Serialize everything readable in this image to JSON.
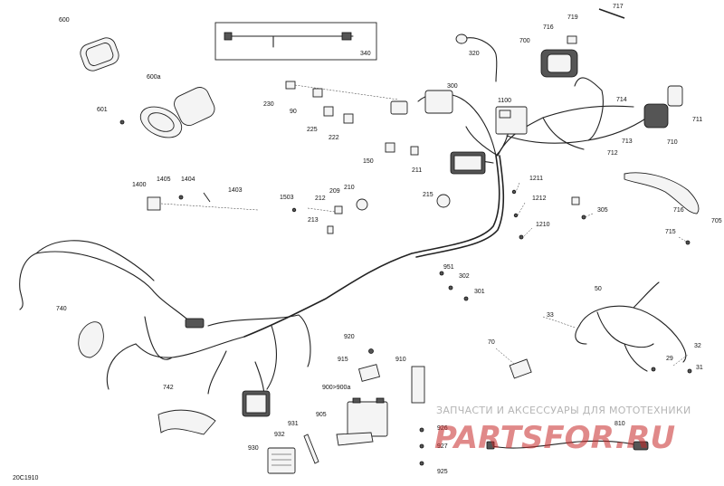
{
  "labels": [
    {
      "id": "600",
      "text": "600"
    },
    {
      "id": "600a",
      "text": "600a"
    },
    {
      "id": "601",
      "text": "601"
    },
    {
      "id": "340",
      "text": "340"
    },
    {
      "id": "230",
      "text": "230"
    },
    {
      "id": "90",
      "text": "90"
    },
    {
      "id": "225",
      "text": "225"
    },
    {
      "id": "222",
      "text": "222"
    },
    {
      "id": "300",
      "text": "300"
    },
    {
      "id": "320",
      "text": "320"
    },
    {
      "id": "1100",
      "text": "1100"
    },
    {
      "id": "150",
      "text": "150"
    },
    {
      "id": "211",
      "text": "211"
    },
    {
      "id": "716a",
      "text": "716"
    },
    {
      "id": "717",
      "text": "717"
    },
    {
      "id": "719",
      "text": "719"
    },
    {
      "id": "700",
      "text": "700"
    },
    {
      "id": "714",
      "text": "714"
    },
    {
      "id": "711",
      "text": "711"
    },
    {
      "id": "713",
      "text": "713"
    },
    {
      "id": "710",
      "text": "710"
    },
    {
      "id": "712",
      "text": "712"
    },
    {
      "id": "1211",
      "text": "1211"
    },
    {
      "id": "1212",
      "text": "1212"
    },
    {
      "id": "1210",
      "text": "1210"
    },
    {
      "id": "305",
      "text": "305"
    },
    {
      "id": "716b",
      "text": "716"
    },
    {
      "id": "705",
      "text": "705"
    },
    {
      "id": "715",
      "text": "715"
    },
    {
      "id": "1400",
      "text": "1400"
    },
    {
      "id": "1405",
      "text": "1405"
    },
    {
      "id": "1404",
      "text": "1404"
    },
    {
      "id": "1403",
      "text": "1403"
    },
    {
      "id": "1503",
      "text": "1503"
    },
    {
      "id": "212",
      "text": "212"
    },
    {
      "id": "209",
      "text": "209"
    },
    {
      "id": "210",
      "text": "210"
    },
    {
      "id": "213",
      "text": "213"
    },
    {
      "id": "215",
      "text": "215"
    },
    {
      "id": "951",
      "text": "951"
    },
    {
      "id": "302",
      "text": "302"
    },
    {
      "id": "301",
      "text": "301"
    },
    {
      "id": "50",
      "text": "50"
    },
    {
      "id": "33",
      "text": "33"
    },
    {
      "id": "740",
      "text": "740"
    },
    {
      "id": "70",
      "text": "70"
    },
    {
      "id": "920",
      "text": "920"
    },
    {
      "id": "915",
      "text": "915"
    },
    {
      "id": "910",
      "text": "910"
    },
    {
      "id": "900",
      "text": "900>900a"
    },
    {
      "id": "905",
      "text": "905"
    },
    {
      "id": "32",
      "text": "32"
    },
    {
      "id": "29",
      "text": "29"
    },
    {
      "id": "31",
      "text": "31"
    },
    {
      "id": "742",
      "text": "742"
    },
    {
      "id": "931",
      "text": "931"
    },
    {
      "id": "932",
      "text": "932"
    },
    {
      "id": "930",
      "text": "930"
    },
    {
      "id": "926",
      "text": "926"
    },
    {
      "id": "927",
      "text": "927"
    },
    {
      "id": "925",
      "text": "925"
    },
    {
      "id": "810",
      "text": "810"
    }
  ],
  "footer": {
    "drawing_code": "20C1910"
  },
  "watermark": {
    "tagline": "ЗАПЧАСТИ И АКСЕССУАРЫ ДЛЯ МОТОТЕХНИКИ",
    "logo": "PARTSFOR.RU"
  }
}
